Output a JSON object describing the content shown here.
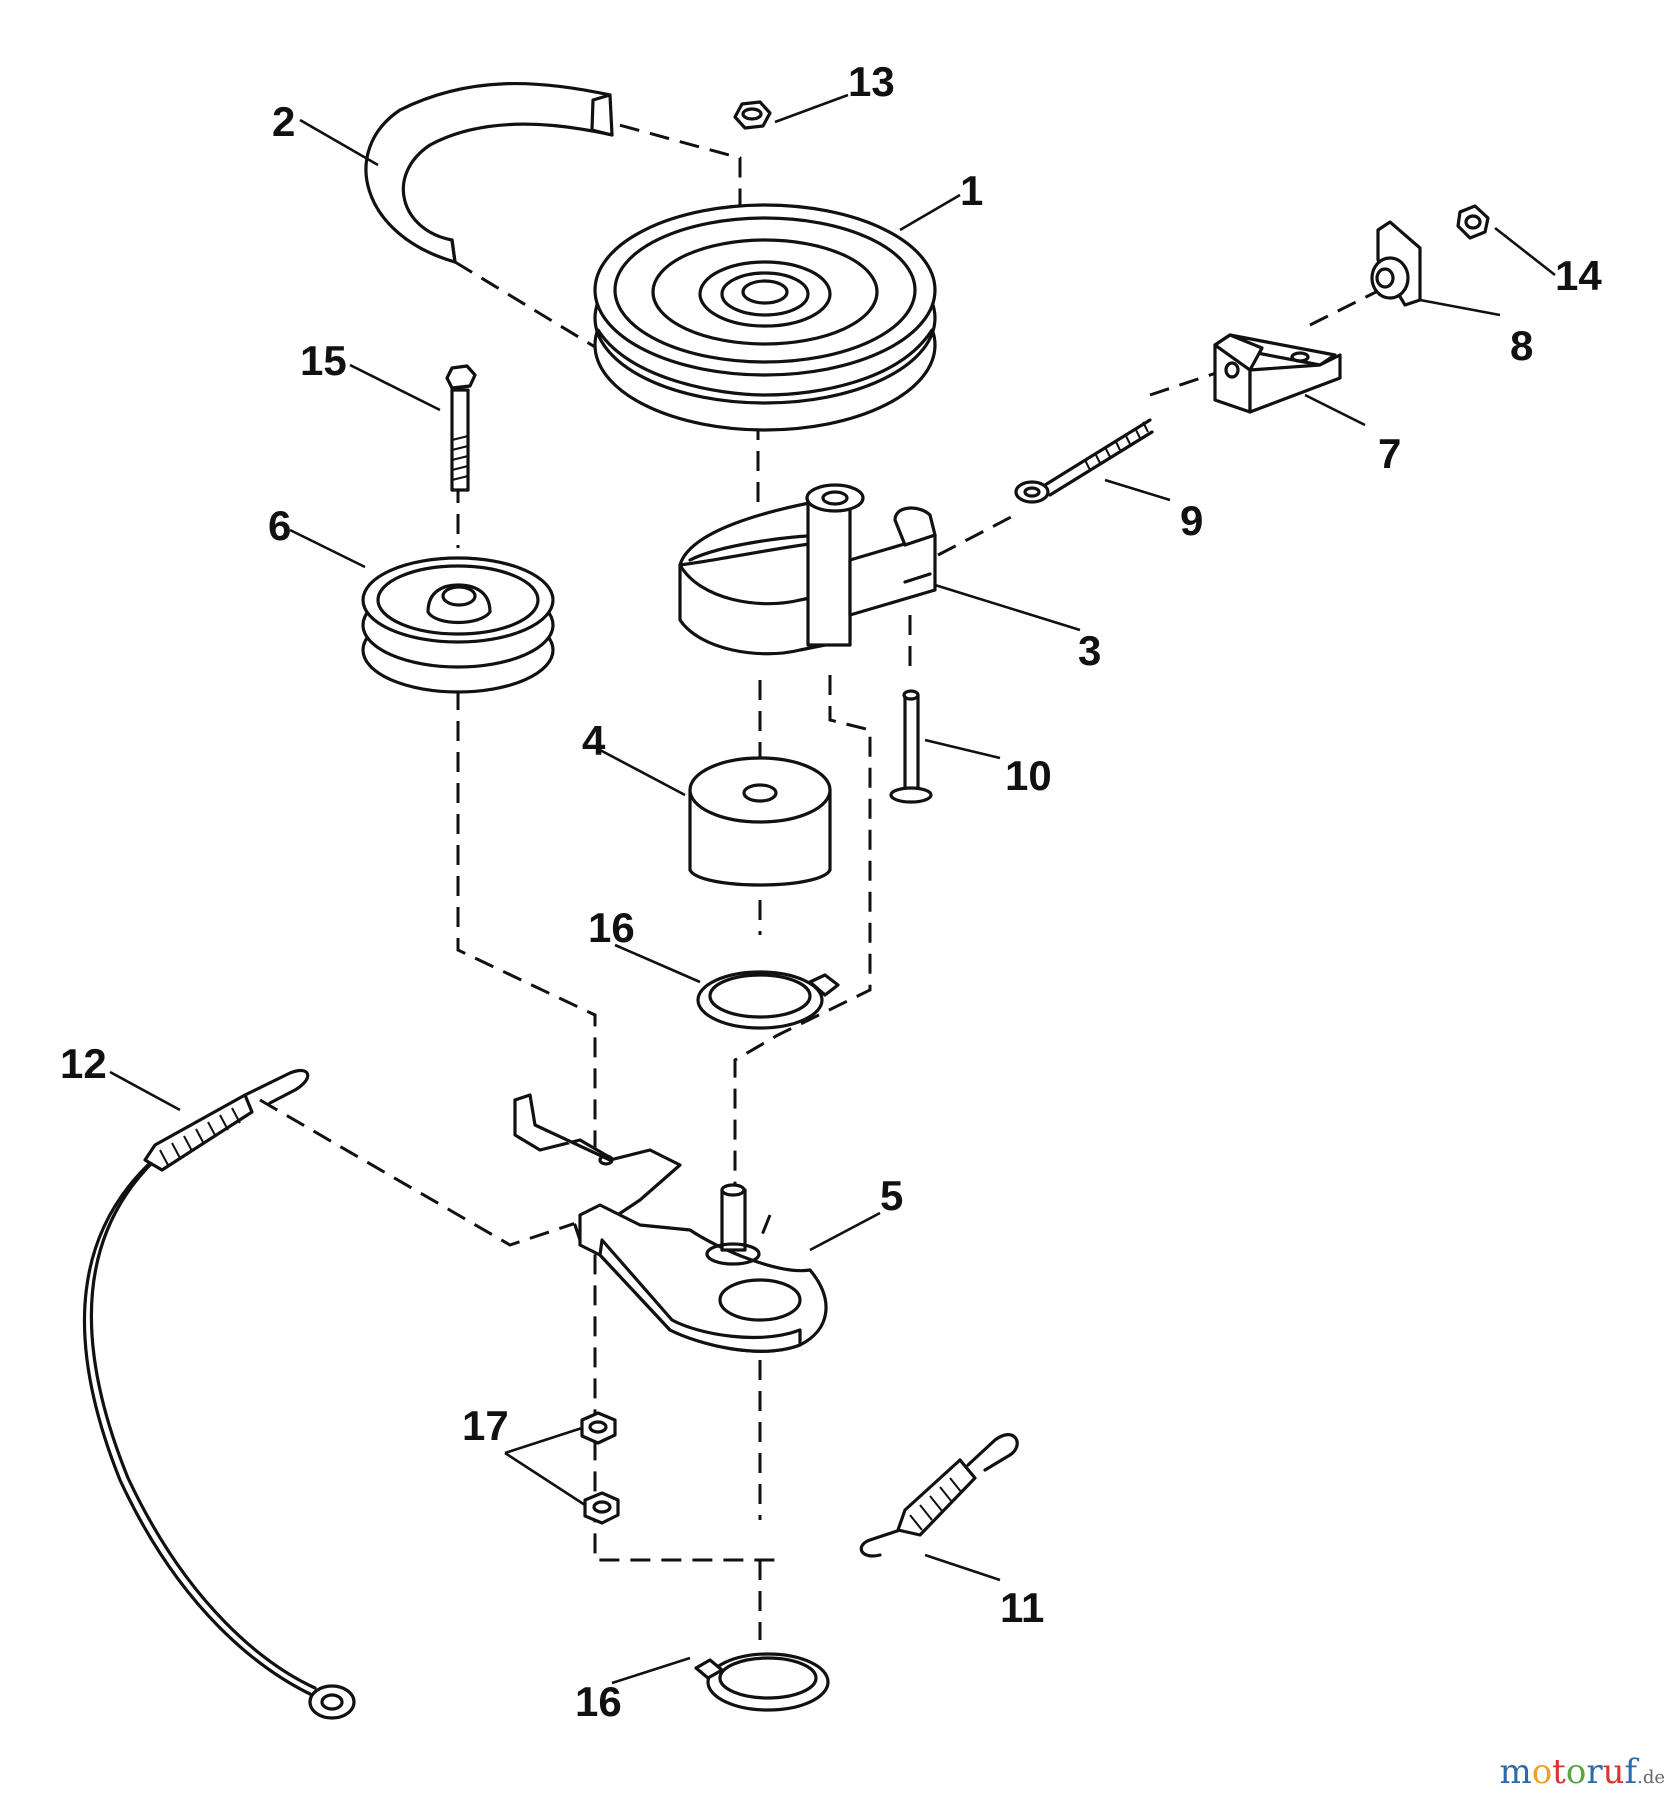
{
  "callouts": {
    "p1": "1",
    "p2": "2",
    "p3": "3",
    "p4": "4",
    "p5": "5",
    "p6": "6",
    "p7": "7",
    "p8": "8",
    "p9": "9",
    "p10": "10",
    "p11": "11",
    "p12": "12",
    "p13": "13",
    "p14": "14",
    "p15": "15",
    "p16a": "16",
    "p16b": "16",
    "p17": "17"
  },
  "watermark": {
    "text": "motoruf",
    "suffix": ".de"
  }
}
